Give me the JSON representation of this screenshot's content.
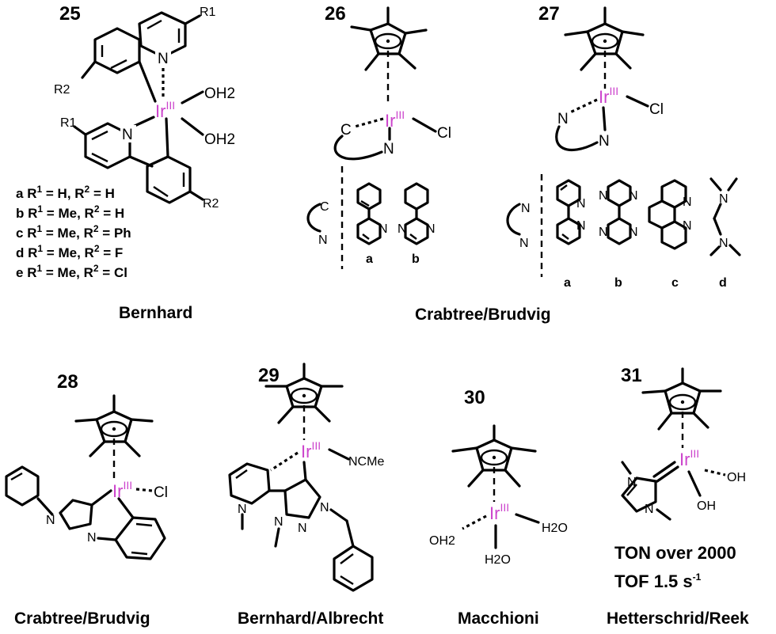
{
  "compounds": [
    {
      "id": "c25",
      "number": "25",
      "metal": "Ir",
      "oxidation": "III",
      "ligands": [
        "OH2",
        "OH2"
      ],
      "substituents": [
        "R1",
        "R2"
      ]
    },
    {
      "id": "c26",
      "number": "26",
      "metal": "Ir",
      "oxidation": "III",
      "ligands": [
        "Cl",
        "C",
        "N"
      ]
    },
    {
      "id": "c27",
      "number": "27",
      "metal": "Ir",
      "oxidation": "III",
      "ligands": [
        "Cl",
        "N",
        "N"
      ]
    },
    {
      "id": "c28",
      "number": "28",
      "metal": "Ir",
      "oxidation": "III",
      "ligands": [
        "Cl",
        "N",
        "N"
      ]
    },
    {
      "id": "c29",
      "number": "29",
      "metal": "Ir",
      "oxidation": "III",
      "ligands": [
        "NCMe",
        "N",
        "N",
        "N",
        "N"
      ]
    },
    {
      "id": "c30",
      "number": "30",
      "metal": "Ir",
      "oxidation": "III",
      "ligands": [
        "OH2",
        "H2O",
        "H2O"
      ]
    },
    {
      "id": "c31",
      "number": "31",
      "metal": "Ir",
      "oxidation": "III",
      "ligands": [
        "OH",
        "OH",
        "N",
        "N"
      ]
    }
  ],
  "variants_25": [
    {
      "letter": "a",
      "r1": "H",
      "r2": "H"
    },
    {
      "letter": "b",
      "r1": "Me",
      "r2": "H"
    },
    {
      "letter": "c",
      "r1": "Me",
      "r2": "Ph"
    },
    {
      "letter": "d",
      "r1": "Me",
      "r2": "F"
    },
    {
      "letter": "e",
      "r1": "Me",
      "r2": "Cl"
    }
  ],
  "labels_26": [
    "a",
    "b"
  ],
  "labels_27": [
    "a",
    "b",
    "c",
    "d"
  ],
  "captions": {
    "bernhard": "Bernhard",
    "crabtree_top": "Crabtree/Brudvig",
    "crabtree_bottom": "Crabtree/Brudvig",
    "bernhard_albrecht": "Bernhard/Albrecht",
    "macchioni": "Macchioni",
    "hetterschrid": "Hetterschrid/Reek"
  },
  "metrics_31": {
    "ton": "TON over 2000",
    "tof_prefix": "TOF 1.5 s",
    "tof_exp": "-1"
  },
  "colors": {
    "iridium": "#cc44cc",
    "ink": "#000000"
  }
}
